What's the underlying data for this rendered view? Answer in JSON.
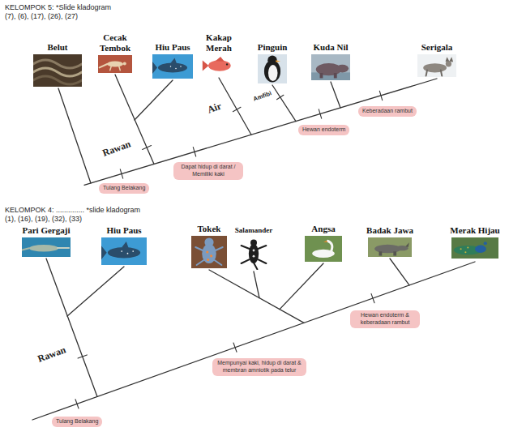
{
  "diagram": {
    "nodes": [
      {
        "text": [
          "Belut"
        ]
      },
      {
        "text": [
          "Cecak Tembok"
        ]
      },
      {
        "text": [
          "Hiu Paus"
        ]
      },
      {
        "text": [
          "Kakap Merah"
        ]
      },
      {
        "text": [
          "Pinguin"
        ]
      },
      {
        "text": [
          "Kuda Nil"
        ]
      },
      {
        "text": [
          "Serigala"
        ]
      },
      {
        "text": [
          "Tulang Belakang"
        ]
      },
      {
        "text": [
          "Dapat hidup di darat / Memiliki kaki"
        ]
      },
      {
        "text": [
          "Hewan endoterm"
        ]
      },
      {
        "text": [
          "Keberadaan rambut"
        ]
      },
      {
        "text": [
          "Pari Gergaji"
        ]
      },
      {
        "text": [
          "Hiu Paus"
        ]
      },
      {
        "text": [
          "Tokek"
        ]
      },
      {
        "text": [
          "Salamander"
        ]
      },
      {
        "text": [
          "Angsa"
        ]
      },
      {
        "text": [
          "Badak Jawa"
        ]
      },
      {
        "text": [
          "Merak Hijau"
        ]
      },
      {
        "text": [
          "Tulang Belakang"
        ]
      },
      {
        "text": [
          "Mempunyai kaki, hidup di darat & membran amniotik pada telur"
        ]
      },
      {
        "text": [
          "Hewan endoterm & keberadaan rambut"
        ]
      }
    ],
    "labels": [
      "KELOMPOK 5: *Slide kladogram",
      "(7), (6), (17), (26), (27)",
      "Rawan",
      "Air",
      "Amfibi",
      "KELOMPOK 4: .............. *slide kladogram",
      "(1), (16), (19), (32), (33)",
      "Rawan"
    ]
  }
}
